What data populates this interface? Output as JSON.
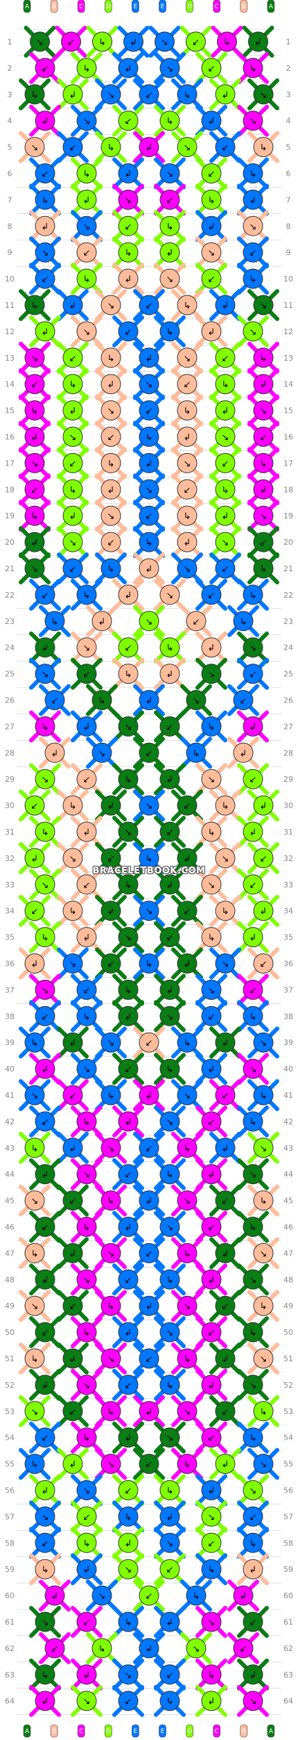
{
  "chart_data": {
    "type": "friendship-bracelet-pattern",
    "colors": {
      "A": "#0a7d14",
      "B": "#ffbc9a",
      "C": "#ff00ff",
      "D": "#80ff00",
      "E": "#0077ff",
      "bg": "#ffffff",
      "grid": "#cccccc",
      "rowLabel": "#888888"
    },
    "strings": [
      "A",
      "B",
      "C",
      "D",
      "E",
      "E",
      "D",
      "C",
      "B",
      "A"
    ],
    "rows": [
      "1",
      "2",
      "3",
      "4",
      "5",
      "6",
      "7",
      "8",
      "9",
      "10",
      "11",
      "12",
      "13",
      "14",
      "15",
      "16",
      "17",
      "18",
      "19",
      "20",
      "21",
      "22",
      "23",
      "24",
      "25",
      "26",
      "27",
      "28",
      "29",
      "30",
      "31",
      "32",
      "33",
      "34",
      "35",
      "36",
      "37",
      "38",
      "39",
      "40",
      "41",
      "42",
      "43",
      "44",
      "45",
      "46",
      "47",
      "48",
      "49",
      "50",
      "51",
      "52",
      "53",
      "54",
      "55",
      "56",
      "57",
      "58",
      "59",
      "60",
      "61",
      "62",
      "63",
      "64"
    ],
    "knot_symbols": [
      "↘",
      "↙",
      "↳",
      "↲"
    ],
    "knots": [
      [
        "A",
        "C",
        "D",
        "E",
        "E",
        "D",
        "C",
        "A"
      ],
      [
        "C",
        "D",
        "E",
        "E",
        "D",
        "C"
      ],
      [
        "A",
        "D",
        "E",
        "E",
        "E",
        "D",
        "A"
      ],
      [
        "C",
        "E",
        "D",
        "D",
        "E",
        "C"
      ],
      [
        "B",
        "E",
        "D",
        "C",
        "D",
        "E",
        "B"
      ],
      [
        "E",
        "D",
        "E",
        "E",
        "D",
        "E"
      ],
      [
        "E",
        "D",
        "C",
        "C",
        "D",
        "E"
      ],
      [
        "B",
        "E",
        "D",
        "D",
        "E",
        "B"
      ],
      [
        "E",
        "B",
        "D",
        "D",
        "B",
        "E"
      ],
      [
        "E",
        "D",
        "B",
        "B",
        "D",
        "E"
      ],
      [
        "A",
        "E",
        "B",
        "E",
        "B",
        "E",
        "A"
      ],
      [
        "D",
        "B",
        "E",
        "E",
        "B",
        "D"
      ],
      [
        "C",
        "D",
        "B",
        "E",
        "B",
        "D",
        "C"
      ],
      [
        "C",
        "D",
        "B",
        "E",
        "B",
        "D",
        "C"
      ],
      [
        "C",
        "D",
        "B",
        "E",
        "B",
        "D",
        "C"
      ],
      [
        "C",
        "D",
        "B",
        "E",
        "B",
        "D",
        "C"
      ],
      [
        "C",
        "D",
        "B",
        "E",
        "B",
        "D",
        "C"
      ],
      [
        "C",
        "D",
        "B",
        "E",
        "B",
        "D",
        "C"
      ],
      [
        "C",
        "D",
        "B",
        "E",
        "B",
        "D",
        "C"
      ],
      [
        "A",
        "D",
        "B",
        "E",
        "B",
        "D",
        "A"
      ],
      [
        "A",
        "E",
        "E",
        "B",
        "E",
        "E",
        "A"
      ],
      [
        "E",
        "E",
        "B",
        "B",
        "E",
        "E"
      ],
      [
        "E",
        "B",
        "D",
        "B",
        "E"
      ],
      [
        "A",
        "B",
        "D",
        "D",
        "B",
        "A"
      ],
      [
        "E",
        "A",
        "B",
        "B",
        "A",
        "E"
      ],
      [
        "E",
        "A",
        "E",
        "A",
        "E"
      ],
      [
        "C",
        "E",
        "A",
        "A",
        "E",
        "C"
      ],
      [
        "B",
        "E",
        "A",
        "E",
        "B"
      ],
      [
        "D",
        "B",
        "A",
        "A",
        "B",
        "D"
      ],
      [
        "D",
        "B",
        "A",
        "E",
        "A",
        "B",
        "D"
      ],
      [
        "D",
        "B",
        "A",
        "A",
        "B",
        "D"
      ],
      [
        "D",
        "B",
        "A",
        "E",
        "A",
        "B",
        "D"
      ],
      [
        "D",
        "B",
        "A",
        "A",
        "B",
        "D"
      ],
      [
        "D",
        "B",
        "A",
        "E",
        "A",
        "B",
        "D"
      ],
      [
        "D",
        "B",
        "A",
        "A",
        "B",
        "D"
      ],
      [
        "B",
        "E",
        "A",
        "E",
        "A",
        "E",
        "B"
      ],
      [
        "C",
        "E",
        "A",
        "A",
        "E",
        "C"
      ],
      [
        "E",
        "E",
        "A",
        "A",
        "E",
        "E"
      ],
      [
        "E",
        "A",
        "E",
        "B",
        "E",
        "A",
        "E"
      ],
      [
        "C",
        "E",
        "A",
        "A",
        "E",
        "C"
      ],
      [
        "E",
        "C",
        "E",
        "C",
        "E",
        "C",
        "E"
      ],
      [
        "E",
        "C",
        "C",
        "E",
        "C",
        "E"
      ],
      [
        "D",
        "E",
        "C",
        "E",
        "C",
        "E",
        "D"
      ],
      [
        "A",
        "C",
        "E",
        "E",
        "C",
        "A"
      ],
      [
        "B",
        "A",
        "C",
        "E",
        "C",
        "A",
        "B"
      ],
      [
        "A",
        "C",
        "E",
        "E",
        "C",
        "A"
      ],
      [
        "B",
        "A",
        "C",
        "E",
        "C",
        "A",
        "B"
      ],
      [
        "A",
        "C",
        "E",
        "E",
        "C",
        "A"
      ],
      [
        "B",
        "A",
        "C",
        "E",
        "C",
        "A",
        "B"
      ],
      [
        "A",
        "C",
        "E",
        "E",
        "C",
        "A"
      ],
      [
        "B",
        "A",
        "C",
        "E",
        "C",
        "A",
        "B"
      ],
      [
        "A",
        "C",
        "E",
        "E",
        "C",
        "A"
      ],
      [
        "D",
        "A",
        "C",
        "C",
        "C",
        "A",
        "D"
      ],
      [
        "E",
        "C",
        "A",
        "A",
        "C",
        "E"
      ],
      [
        "E",
        "D",
        "C",
        "A",
        "C",
        "D",
        "E"
      ],
      [
        "D",
        "E",
        "D",
        "D",
        "E",
        "D"
      ],
      [
        "E",
        "D",
        "E",
        "E",
        "D",
        "E"
      ],
      [
        "E",
        "D",
        "D",
        "E",
        "D",
        "E"
      ],
      [
        "B",
        "E",
        "D",
        "D",
        "E",
        "B"
      ],
      [
        "C",
        "E",
        "D",
        "E",
        "C"
      ],
      [
        "A",
        "C",
        "E",
        "E",
        "C",
        "A"
      ],
      [
        "C",
        "D",
        "E",
        "D",
        "C"
      ],
      [
        "A",
        "C",
        "E",
        "E",
        "C",
        "A"
      ],
      [
        "C",
        "D",
        "E",
        "E",
        "D",
        "C"
      ]
    ],
    "watermark": "BRACELETBOOK.COM"
  }
}
